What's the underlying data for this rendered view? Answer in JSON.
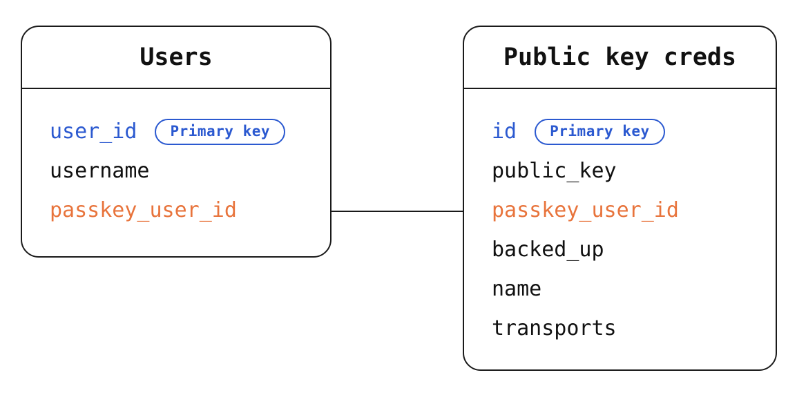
{
  "diagram": {
    "colors": {
      "blue": "#2b59d0",
      "orange": "#e8743c",
      "line": "#1a1a1a",
      "black": "#111111"
    },
    "tables": [
      {
        "title": "Users",
        "fields": [
          {
            "name": "user_id",
            "color": "blue",
            "badge": "Primary key"
          },
          {
            "name": "username",
            "color": "black",
            "badge": ""
          },
          {
            "name": "passkey_user_id",
            "color": "orange",
            "badge": ""
          }
        ]
      },
      {
        "title": "Public key creds",
        "fields": [
          {
            "name": "id",
            "color": "blue",
            "badge": "Primary key"
          },
          {
            "name": "public_key",
            "color": "black",
            "badge": ""
          },
          {
            "name": "passkey_user_id",
            "color": "orange",
            "badge": ""
          },
          {
            "name": "backed_up",
            "color": "black",
            "badge": ""
          },
          {
            "name": "name",
            "color": "black",
            "badge": ""
          },
          {
            "name": "transports",
            "color": "black",
            "badge": ""
          }
        ]
      }
    ],
    "connector": {
      "between": [
        "Users.passkey_user_id",
        "Public key creds.passkey_user_id"
      ]
    }
  }
}
